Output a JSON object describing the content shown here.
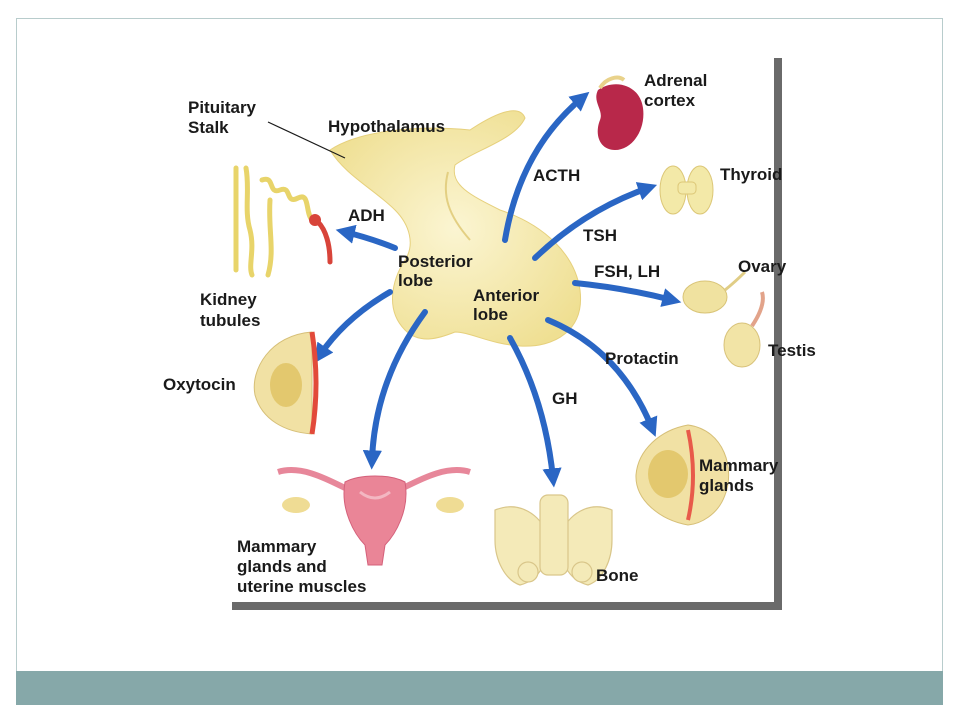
{
  "labels": {
    "pituitary_stalk": [
      "Pituitary",
      "Stalk"
    ],
    "hypothalamus": "Hypothalamus",
    "posterior_lobe": [
      "Posterior",
      "lobe"
    ],
    "anterior_lobe": [
      "Anterior",
      "lobe"
    ],
    "adh": "ADH",
    "acth": "ACTH",
    "tsh": "TSH",
    "fsh_lh": "FSH, LH",
    "protactin": "Protactin",
    "gh": "GH",
    "adrenal_cortex": [
      "Adrenal",
      "cortex"
    ],
    "thyroid": "Thyroid",
    "ovary": "Ovary",
    "testis": "Testis",
    "kidney_tubules": [
      "Kidney",
      "tubules"
    ],
    "oxytocin": "Oxytocin",
    "mammary_glands_right": [
      "Mammary",
      "glands"
    ],
    "mammary_uterine": [
      "Mammary",
      "glands and",
      "uterine muscles"
    ],
    "bone": "Bone"
  },
  "colors": {
    "arrow": "#2a66c4",
    "gland": "#f4eab0",
    "footer": "#86a8a9"
  }
}
